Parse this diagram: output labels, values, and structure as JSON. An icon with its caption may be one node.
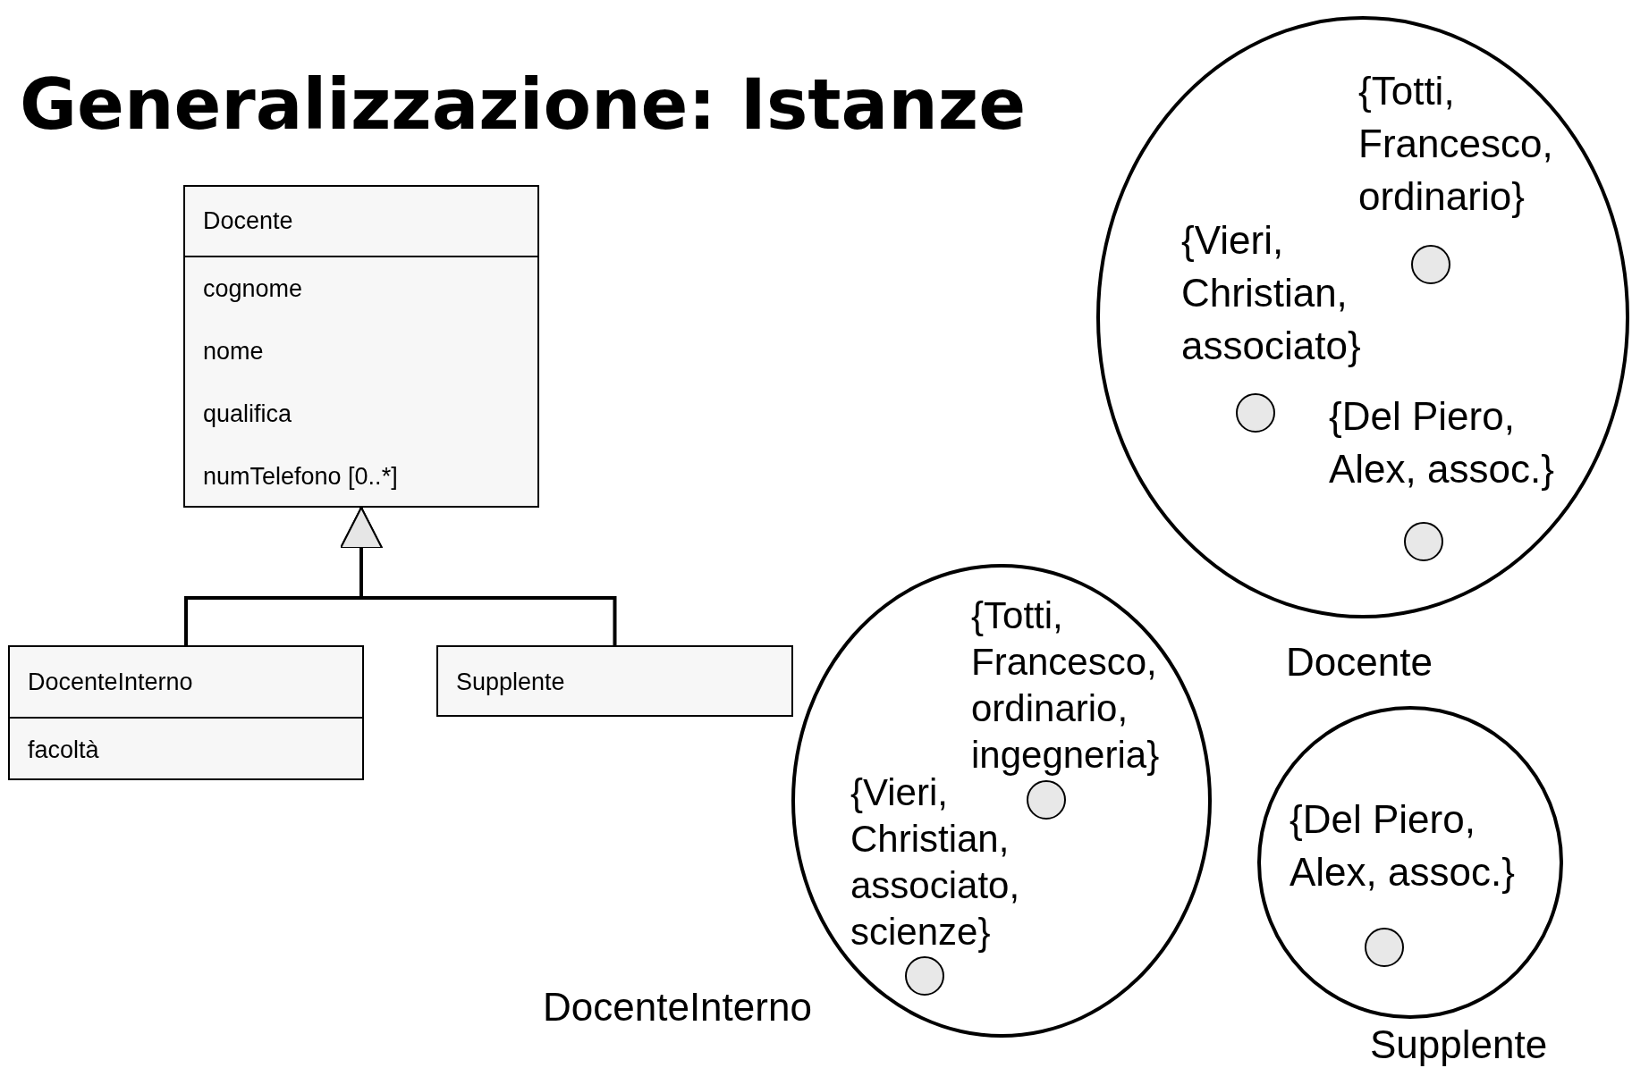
{
  "diagram": {
    "title": "Generalizzazione: Istanze",
    "nodes": [
      {
        "text": [
          "Docente",
          "cognome",
          "nome",
          "qualifica",
          "numTelefono [0..*]"
        ]
      },
      {
        "text": [
          "DocenteInterno",
          "facoltà"
        ]
      },
      {
        "text": [
          "Supplente"
        ]
      },
      {
        "text": [
          "Docente"
        ]
      },
      {
        "text": [
          "DocenteInterno"
        ]
      },
      {
        "text": [
          "Supplente"
        ]
      }
    ],
    "edges": [
      {
        "from": 1,
        "to": 0,
        "arrow": "to"
      },
      {
        "from": 2,
        "to": 0,
        "arrow": "to"
      }
    ],
    "labels": [
      "{Totti, Francesco, ordinario}",
      "{Vieri, Christian, associato}",
      "{Del Piero, Alex, assoc.}",
      "{Totti, Francesco, ordinario, ingegneria}",
      "{Vieri, Christian, associato, scienze}",
      "{Del Piero, Alex, assoc.}"
    ]
  }
}
